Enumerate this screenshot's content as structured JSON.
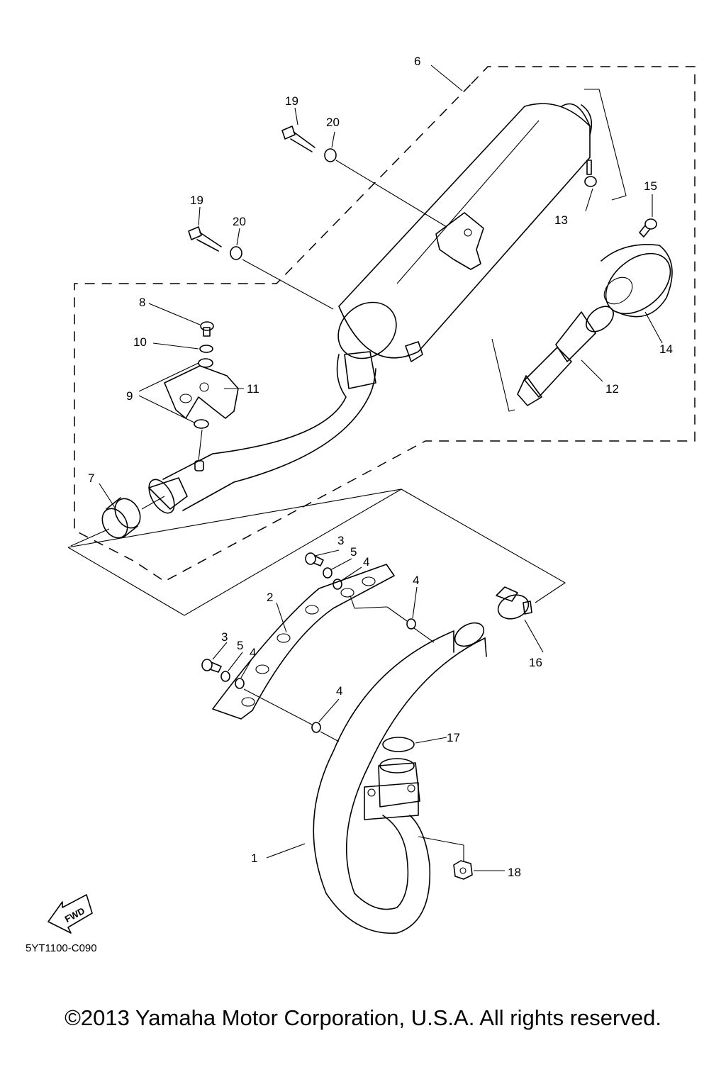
{
  "labels": {
    "l1": "1",
    "l2": "2",
    "l3a": "3",
    "l3b": "3",
    "l4a": "4",
    "l4b": "4",
    "l4c": "4",
    "l4d": "4",
    "l5a": "5",
    "l5b": "5",
    "l6": "6",
    "l7": "7",
    "l8": "8",
    "l9": "9",
    "l10": "10",
    "l11": "11",
    "l12": "12",
    "l13": "13",
    "l14": "14",
    "l15": "15",
    "l16": "16",
    "l17": "17",
    "l18": "18",
    "l19a": "19",
    "l19b": "19",
    "l20a": "20",
    "l20b": "20"
  },
  "fwd_arrow": {
    "label": "FWD"
  },
  "diagram_code": "5YT1100-C090",
  "copyright": "©2013 Yamaha Motor Corporation, U.S.A. All rights reserved."
}
